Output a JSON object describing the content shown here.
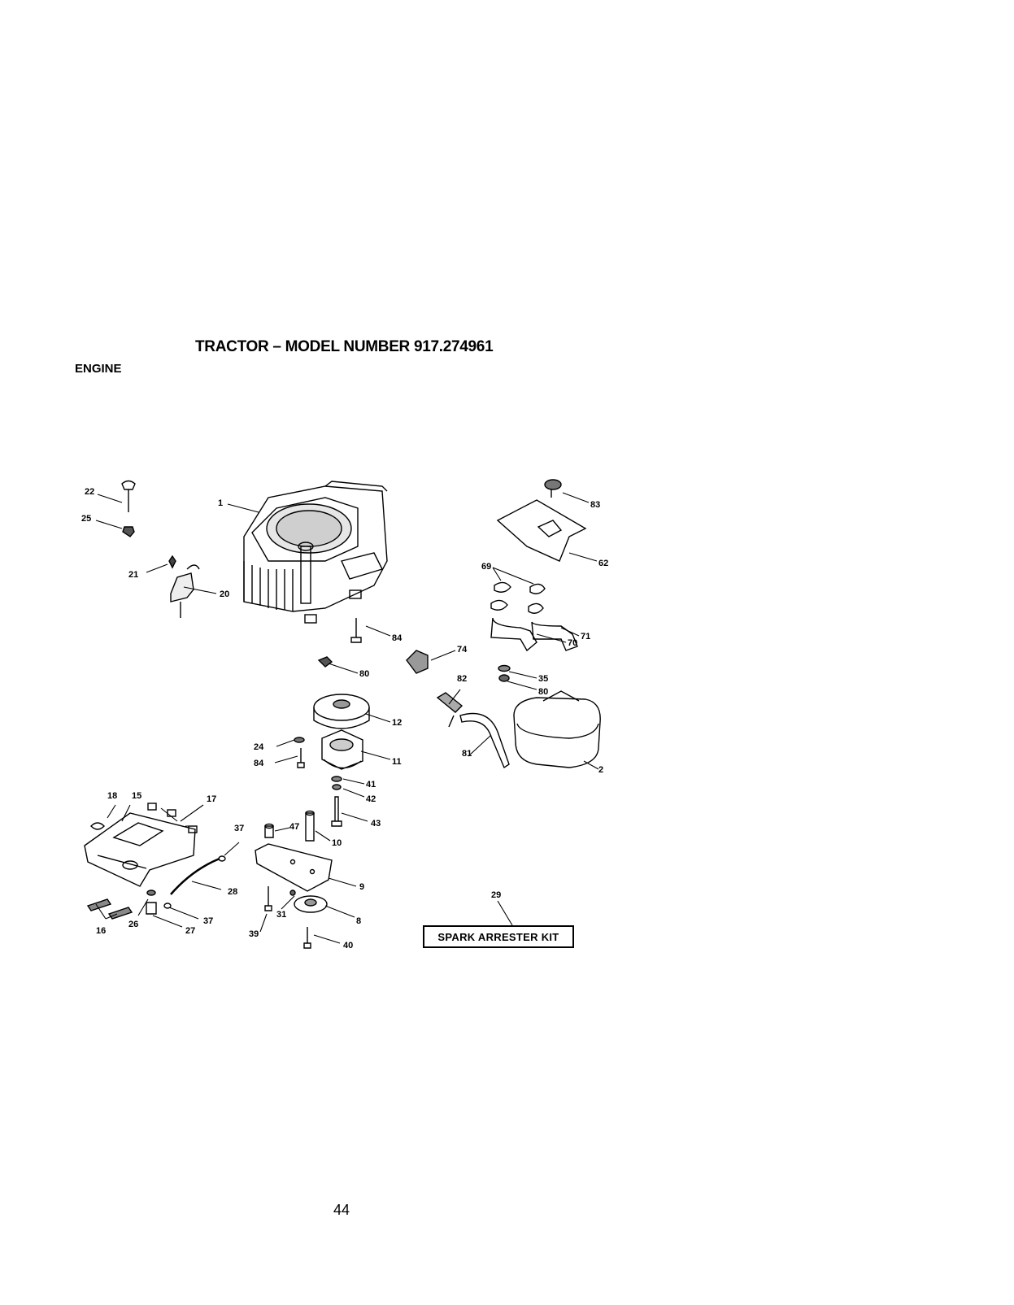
{
  "header": {
    "title": "TRACTOR – MODEL NUMBER 917.274961",
    "section": "ENGINE"
  },
  "footer": {
    "page_number": "44"
  },
  "kit_label": "SPARK ARRESTER KIT",
  "callouts": {
    "c1": "1",
    "c2": "2",
    "c8": "8",
    "c9": "9",
    "c10": "10",
    "c11": "11",
    "c12": "12",
    "c15": "15",
    "c16": "16",
    "c17": "17",
    "c18": "18",
    "c20": "20",
    "c21": "21",
    "c22": "22",
    "c24": "24",
    "c25": "25",
    "c26": "26",
    "c27": "27",
    "c28": "28",
    "c29": "29",
    "c31": "31",
    "c35": "35",
    "c37a": "37",
    "c37b": "37",
    "c39": "39",
    "c40": "40",
    "c41": "41",
    "c42": "42",
    "c43": "43",
    "c47": "47",
    "c62": "62",
    "c69": "69",
    "c70": "70",
    "c71": "71",
    "c74": "74",
    "c80a": "80",
    "c80b": "80",
    "c81": "81",
    "c82": "82",
    "c83": "83",
    "c84a": "84",
    "c84b": "84"
  }
}
